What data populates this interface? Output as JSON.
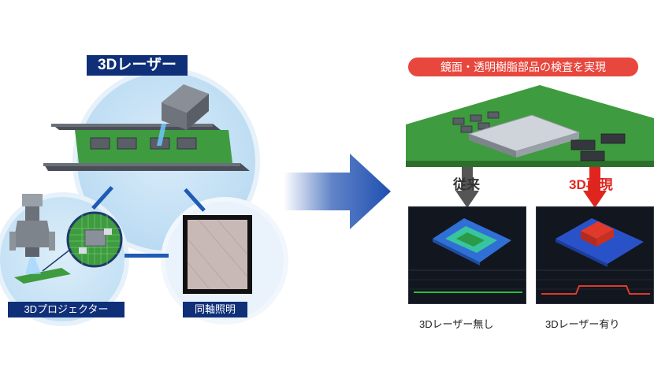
{
  "left": {
    "laser_label": "3Dレーザー",
    "projector_label": "3Dプロジェクター",
    "coaxial_label": "同軸照明"
  },
  "right": {
    "banner": "鏡面・透明樹脂部品の検査を実現",
    "conventional_label": "従来",
    "reproduce_label": "3D再現",
    "caption_without": "3Dレーザー無し",
    "caption_with": "3Dレーザー有り"
  },
  "colors": {
    "navy": "#0f2f78",
    "accent_blue": "#1f5bb4",
    "banner_red": "#e8473d",
    "highlight_red": "#e0251f",
    "pcb_green": "#3f9b3f",
    "graph_green": "#23c23a",
    "graph_red": "#e03a2a"
  }
}
